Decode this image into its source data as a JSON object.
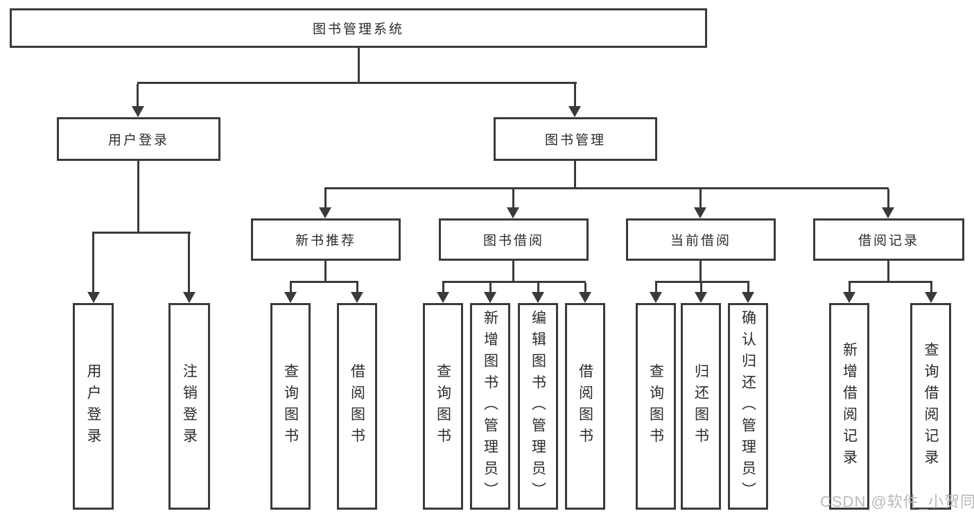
{
  "title": "图书管理系统",
  "tree": {
    "label": "图书管理系统",
    "children": [
      {
        "label": "用户登录",
        "children": [
          {
            "label": "用户登录"
          },
          {
            "label": "注销登录"
          }
        ]
      },
      {
        "label": "图书管理",
        "children": [
          {
            "label": "新书推荐",
            "children": [
              {
                "label": "查询图书"
              },
              {
                "label": "借阅图书"
              }
            ]
          },
          {
            "label": "图书借阅",
            "children": [
              {
                "label": "查询图书"
              },
              {
                "label": "新增图书（管理员）"
              },
              {
                "label": "编辑图书（管理员）"
              },
              {
                "label": "借阅图书"
              }
            ]
          },
          {
            "label": "当前借阅",
            "children": [
              {
                "label": "查询图书"
              },
              {
                "label": "归还图书"
              },
              {
                "label": "确认归还（管理员）"
              }
            ]
          },
          {
            "label": "借阅记录",
            "children": [
              {
                "label": "新增借阅记录"
              },
              {
                "label": "查询借阅记录"
              }
            ]
          }
        ]
      }
    ]
  },
  "watermark": "CSDN @软件_小贺同学",
  "colors": {
    "line": "#3a3a3a",
    "text": "#2b2b2b",
    "watermark": "#b9b9b9",
    "background": "#ffffff"
  }
}
